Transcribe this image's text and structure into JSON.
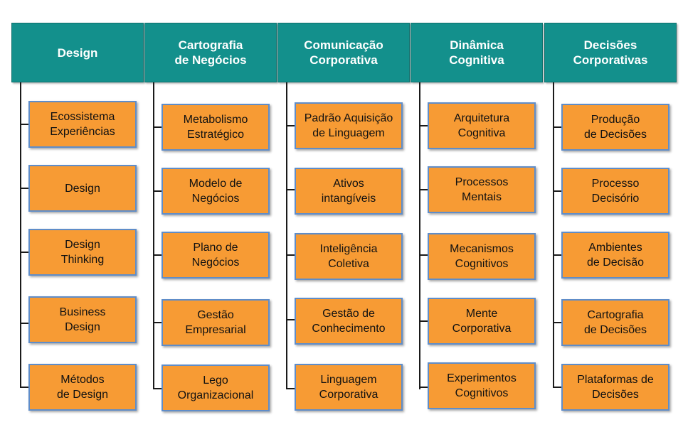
{
  "columns": [
    {
      "title": "Design",
      "items": [
        "Ecossistema\nExperiências",
        "Design",
        "Design\nThinking",
        "Business\nDesign",
        "Métodos\nde Design"
      ]
    },
    {
      "title": "Cartografia\nde Negócios",
      "items": [
        "Metabolismo\nEstratégico",
        "Modelo de\nNegócios",
        "Plano de\nNegócios",
        "Gestão\nEmpresarial",
        "Lego\nOrganizacional"
      ]
    },
    {
      "title": "Comunicação\nCorporativa",
      "items": [
        "Padrão Aquisição\nde Linguagem",
        "Ativos\nintangíveis",
        "Inteligência\nColetiva",
        "Gestão de\nConhecimento",
        "Linguagem\nCorporativa"
      ]
    },
    {
      "title": "Dinâmica\nCognitiva",
      "items": [
        "Arquitetura\nCognitiva",
        "Processos\nMentais",
        "Mecanismos\nCognitivos",
        "Mente\nCorporativa",
        "Experimentos\nCognitivos"
      ]
    },
    {
      "title": "Decisões\nCorporativas",
      "items": [
        "Produção\nde Decisões",
        "Processo\nDecisório",
        "Ambientes\nde Decisão",
        "Cartografia\nde Decisões",
        "Plataformas de\nDecisões"
      ]
    }
  ]
}
